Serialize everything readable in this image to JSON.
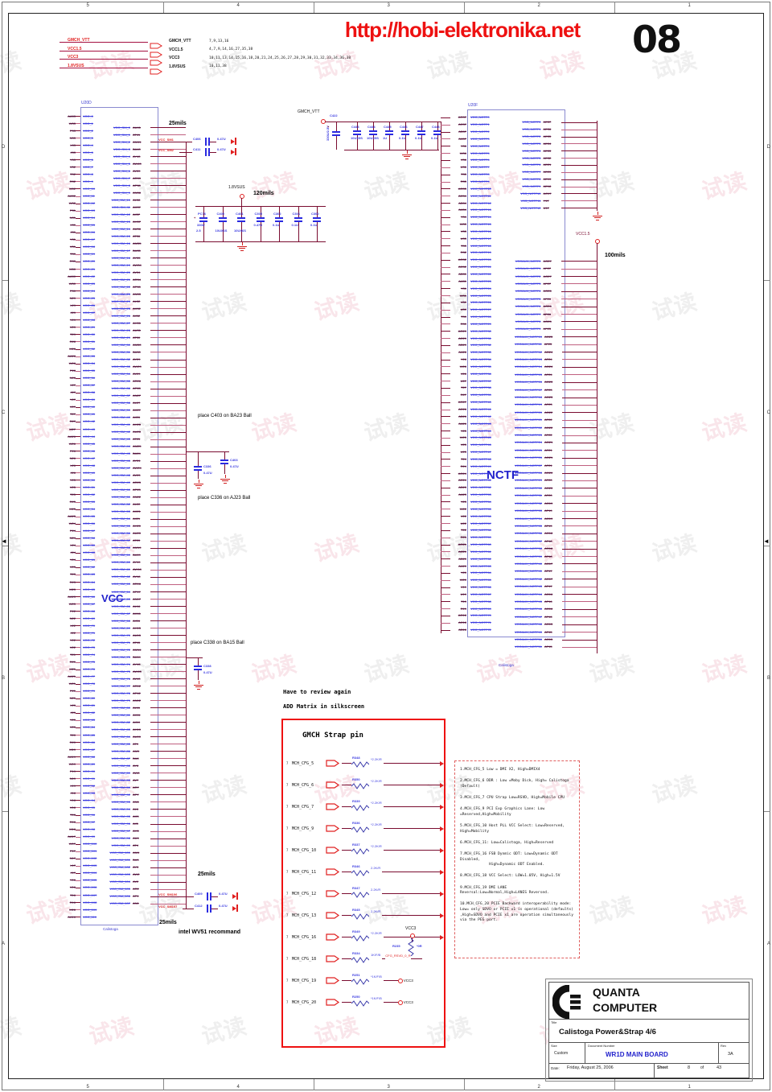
{
  "page": {
    "url": "http://hobi-elektronika.net",
    "page_number": "08",
    "watermark": "试读",
    "zones_top": [
      "5",
      "4",
      "3",
      "2",
      "1"
    ],
    "zones_side": [
      "D",
      "C",
      "B",
      "A"
    ]
  },
  "power_legend": {
    "rows": [
      {
        "net": "GMCH_VTT",
        "pins": "7,9,13,16"
      },
      {
        "net": "VCC1.5",
        "pins": "4,7,9,14,16,27,35,38"
      },
      {
        "net": "VCC3",
        "pins": "10,11,13,14,15,16,18,20,21,24,25,26,27,28,29,30,31,32,33,34,36,38"
      },
      {
        "net": "1.8VSUS",
        "pins": "10,11,38"
      }
    ]
  },
  "left_block": {
    "refdes": "U20D",
    "chip": "Calistoga",
    "big_label": "VCC",
    "vcc_pins": {
      "prefix": "VCC_",
      "from": 0,
      "to": 110
    },
    "vcc_balls": {
      "letters": [
        "AA",
        "W",
        "P",
        "N",
        "L",
        "J",
        "Y",
        "V",
        "T",
        "R",
        "M"
      ],
      "num_from": 33,
      "num_to": 16
    },
    "sm_pins": {
      "prefix": "VCC_SM_",
      "from": 0,
      "to": 107
    },
    "sm_balls": {
      "letters": [
        "AU",
        "AT",
        "AM",
        "BA",
        "AY",
        "AW",
        "AV",
        "AR",
        "AP",
        "AN",
        "AL",
        "AK",
        "AJ",
        "AH"
      ],
      "num_from": 41,
      "num_to": 1
    },
    "note_25mils": "25mils",
    "note_recommend": "intel WV51 recommand",
    "place_notes": [
      "place C403 on BA23 Ball",
      "place C336 on AJ23 Ball",
      "place C338 on BA15 Ball"
    ],
    "top_caps": [
      {
        "ref": "C406",
        "val": "0.47U",
        "net": "VCC_SM1"
      },
      {
        "ref": "C411",
        "val": "0.47U",
        "net": "VCC_SM2"
      }
    ],
    "bottom_caps": [
      {
        "ref": "C409",
        "val": "0.47U",
        "net": "VCC_SM106"
      },
      {
        "ref": "C412",
        "val": "0.47U",
        "net": "VCC_SM107"
      }
    ],
    "mid_caps": [
      {
        "ref": "C336",
        "val": "0.47U"
      },
      {
        "ref": "C403",
        "val": "0.47U"
      },
      {
        "ref": "C338",
        "val": "0.47U"
      }
    ]
  },
  "sus_rail": {
    "net": "1.8VSUS",
    "note": "120mils",
    "caps": [
      {
        "ref": "PC76",
        "val": "330U",
        "val2": "2.5",
        "plus": "+"
      },
      {
        "ref": "C400",
        "val": "",
        "val2": "10UX6S"
      },
      {
        "ref": "C401",
        "val": "",
        "val2": "10UX6S"
      },
      {
        "ref": "C305",
        "val": "0.47U",
        "val2": ""
      },
      {
        "ref": "C302",
        "val": "0.1U",
        "val2": ""
      },
      {
        "ref": "C301",
        "val": "0.1U",
        "val2": ""
      },
      {
        "ref": "C300",
        "val": "0.1U",
        "val2": ""
      }
    ]
  },
  "vtt_rail": {
    "net": "GMCH_VTT",
    "bulk_cap": {
      "ref": "C422",
      "val": "330U/2.5V",
      "plus": "+"
    },
    "caps": [
      {
        "ref": "C443",
        "val": "10UX5S",
        "val2": ""
      },
      {
        "ref": "C444",
        "val": "10UX5S",
        "val2": ""
      },
      {
        "ref": "C445",
        "val": "1U",
        "val2": ""
      },
      {
        "ref": "C446",
        "val": "0.1U",
        "val2": ""
      },
      {
        "ref": "C447",
        "val": "0.1U",
        "val2": ""
      },
      {
        "ref": "C448",
        "val": "0.1U",
        "val2": ""
      }
    ]
  },
  "right_block": {
    "refdes": "U20F",
    "chip": "Calistoga",
    "big_label": "NCTF",
    "note": "100mils",
    "rail": "VCC1.5",
    "nctf_pins": {
      "prefix": "VCC_NCTF",
      "from": 0,
      "to": 72
    },
    "nctf_balls": {
      "letters": [
        "AG",
        "AC",
        "AB",
        "AA",
        "Y",
        "W",
        "V",
        "U",
        "T",
        "R"
      ],
      "num_from": 37,
      "num_to": 18
    },
    "vss_pins": {
      "prefix": "VSS_NCTF",
      "from": 0,
      "to": 12
    },
    "vss_balls": {
      "explicit": [
        "AE37",
        "AE36",
        "AE35",
        "AE34",
        "AE33",
        "AE32",
        "AE21",
        "AE20",
        "AE19",
        "AE18",
        "AC17",
        "Y17",
        "U17"
      ]
    },
    "aux_pins": {
      "prefix": "VCCAUX_NCTF",
      "from": 0,
      "to": 51
    },
    "aux_balls": {
      "letters": [
        "AG",
        "AF"
      ],
      "num_from": 27,
      "num_to": 15
    }
  },
  "strap_box": {
    "pre_notes": [
      "Have to review again",
      "ADD Matrix in silkscreen"
    ],
    "title": "GMCH Strap pin",
    "rows": [
      {
        "pin": "7",
        "net": "MCH_CFG_5",
        "res": "R348",
        "val": "*2.2K/R",
        "end": "arrow"
      },
      {
        "pin": "7",
        "net": "MCH_CFG_6",
        "res": "R350",
        "val": "*2.2K/R",
        "end": "arrow"
      },
      {
        "pin": "7",
        "net": "MCH_CFG_7",
        "res": "R339",
        "val": "*2.2K/R",
        "end": "arrow"
      },
      {
        "pin": "7",
        "net": "MCH_CFG_9",
        "res": "R336",
        "val": "*2.2K/R",
        "end": "arrow"
      },
      {
        "pin": "7",
        "net": "MCH_CFG_10",
        "res": "R337",
        "val": "*2.2K/R",
        "end": "arrow"
      },
      {
        "pin": "7",
        "net": "MCH_CFG_11",
        "res": "R346",
        "val": "2.2K/R",
        "end": "arrow"
      },
      {
        "pin": "7",
        "net": "MCH_CFG_12",
        "res": "R347",
        "val": "2.2K/R",
        "end": "arrow"
      },
      {
        "pin": "7",
        "net": "MCH_CFG_13",
        "res": "R345",
        "val": "2.2K/R",
        "end": "arrow"
      },
      {
        "pin": "7",
        "net": "MCH_CFG_16",
        "res": "R349",
        "val": "*2.2K/R",
        "end": "arrow"
      },
      {
        "pin": "7",
        "net": "MCH_CFG_18",
        "res": "R334",
        "val": "1K/F/B",
        "net2": "CFG_RSVD_0_R",
        "res2": "R235",
        "val2": "*0R",
        "rail": "VCC3",
        "end": "rsvd"
      },
      {
        "pin": "7",
        "net": "MCH_CFG_19",
        "res": "R251",
        "val": "*1K/F/B",
        "rail": "VCC3",
        "end": "vcc3"
      },
      {
        "pin": "7",
        "net": "MCH_CFG_20",
        "res": "R250",
        "val": "*1K/F/B",
        "rail": "VCC3",
        "end": "vcc3"
      }
    ]
  },
  "cfg_notes": [
    "1.MCH_CFG_5 Low = DMI X2, High=DMIX4",
    "2.MCH_CFG_6 DDR : Low =Moby Dick, High= Calistoga (Default)",
    "3.MCH_CFG_7 CPU Strap Low=RSVD, High=Mobile CPU",
    "4.MCH_CFG_9 PCI Exp Graphics Lane: Low =Reserved,High=Mobility",
    "5.MCH_CFG_10 Host PLL VCC Select: Low=Reserved, High=Mobility",
    "6.MCH_CFG_11: Low=Calistoga, High=Reserved",
    "7.MCH_CFG_16 FSB Dynmic ODT: Low=Dynamic ODT Disabled,\n             High=Dynamic ODT Enabled.",
    "8.MCH_CFG_18 VCC Select: LOW=1.05V, High=1.5V",
    "9.MCH_CFG_19 DMI LANE Reversal:Low=Normal,High=LANES Reversed.",
    "10.MCH_CFG_20 PCIE Backward interoperability mode: Low= only SDVO or PCIE x1 is operational (defaults) ,High=SDVO and PCIE x1 are operation simultaneously via the PEG port."
  ],
  "title_block": {
    "company_line1": "QUANTA",
    "company_line2": "COMPUTER",
    "title_label": "Title",
    "title": "Calistoga Power&Strap 4/6",
    "size_label": "Size",
    "size": "Custom",
    "doc_label": "Document Number",
    "doc_number": "WR1D MAIN BOARD",
    "rev_label": "Rev",
    "rev": "3A",
    "date_label": "Date:",
    "date": "Friday, August 25, 2006",
    "sheet_label": "Sheet",
    "sheet": "8",
    "of_label": "of",
    "sheet_total": "43"
  },
  "misc": {
    "mils_25": "25mils",
    "mils_120": "120mils",
    "mils_100": "100mils",
    "vcc3": "VCC3",
    "vcc15": "VCC1.5",
    "sus": "1.8VSUS",
    "vtt": "GMCH_VTT"
  }
}
